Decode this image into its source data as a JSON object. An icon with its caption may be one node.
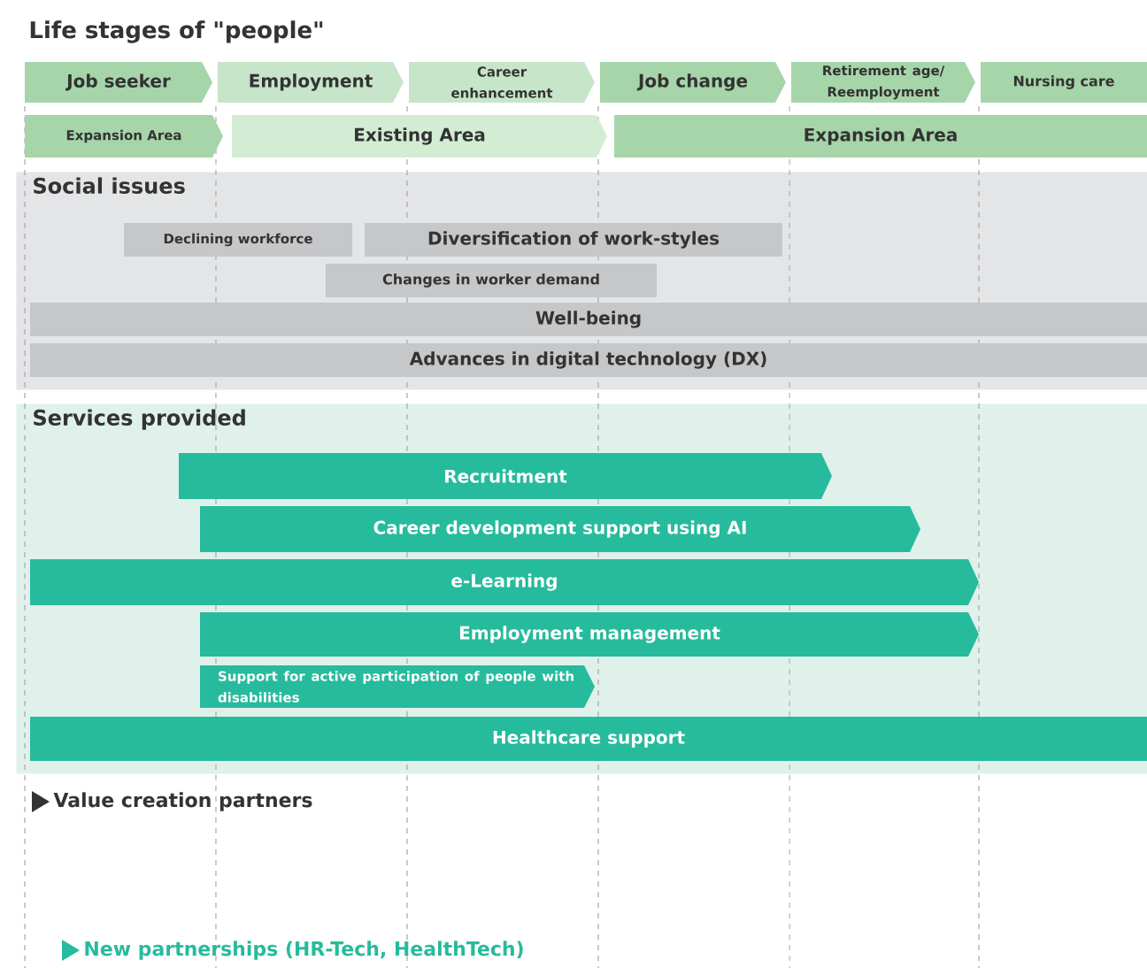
{
  "diagram": {
    "title": "Life stages of \"people\"",
    "nodes": [
      {
        "text": [
          "Job seeker"
        ]
      },
      {
        "text": [
          "Employment"
        ]
      },
      {
        "text": [
          "Career enhancement"
        ]
      },
      {
        "text": [
          "Job change"
        ]
      },
      {
        "text": [
          "Retirement age/ Reemployment"
        ]
      },
      {
        "text": [
          "Nursing care"
        ]
      },
      {
        "text": [
          "Expansion Area"
        ]
      },
      {
        "text": [
          "Existing Area"
        ]
      },
      {
        "text": [
          "Expansion Area"
        ]
      },
      {
        "text": [
          "Social issues"
        ]
      },
      {
        "text": [
          "Declining workforce"
        ],
        "in": 9
      },
      {
        "text": [
          "Diversification of work-styles"
        ],
        "in": 9
      },
      {
        "text": [
          "Changes in worker demand"
        ],
        "in": 9
      },
      {
        "text": [
          "Well-being"
        ],
        "in": 9
      },
      {
        "text": [
          "Advances in digital technology (DX)"
        ],
        "in": 9
      },
      {
        "text": [
          "Services provided"
        ]
      },
      {
        "text": [
          "Recruitment"
        ],
        "in": 15
      },
      {
        "text": [
          "Career development support using AI"
        ],
        "in": 15
      },
      {
        "text": [
          "e-Learning"
        ],
        "in": 15
      },
      {
        "text": [
          "Employment management"
        ],
        "in": 15
      },
      {
        "text": [
          "Support for active participation of people with disabilities"
        ],
        "in": 15
      },
      {
        "text": [
          "Healthcare support"
        ],
        "in": 15
      }
    ],
    "edges": [],
    "labels": [
      "Value creation partners",
      "New partnerships (HR-Tech, HealthTech)"
    ]
  }
}
